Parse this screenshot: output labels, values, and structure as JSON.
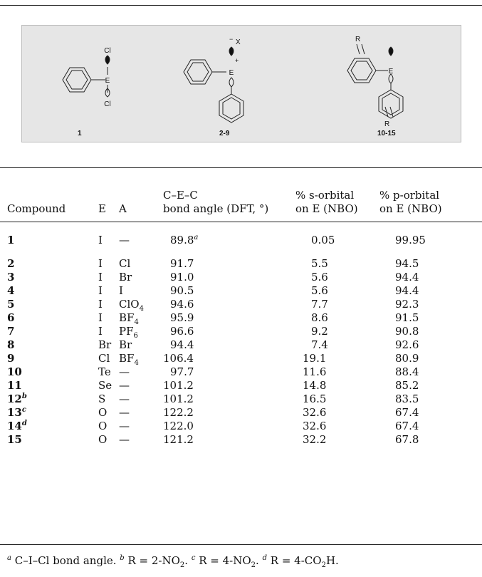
{
  "scheme": {
    "labels": {
      "cmpd1": "1",
      "cmpd2": "2-9",
      "cmpd3": "10-15"
    },
    "atom_labels": {
      "cl_top": "Cl",
      "cl_bottom": "Cl",
      "e1": "E",
      "e2": "E",
      "e2_charge": "+",
      "x": "X",
      "x_charge": "−",
      "e3": "E",
      "r_top": "R",
      "r_bottom": "R"
    }
  },
  "table": {
    "headers": {
      "compound": "Compound",
      "e": "E",
      "a": "A",
      "angle_line1": "C–E–C",
      "angle_line2": "bond angle (DFT, °)",
      "s_line1": "% s-orbital",
      "s_line2": "on E (NBO)",
      "p_line1": "% p-orbital",
      "p_line2": "on E (NBO)"
    },
    "rows": [
      {
        "compound": "1",
        "sup": "",
        "e": "I",
        "a": "—",
        "a_sub": "",
        "angle": "89.8",
        "angle_sup": "a",
        "s": "0.05",
        "p": "99.95"
      },
      {
        "compound": "2",
        "sup": "",
        "e": "I",
        "a": "Cl",
        "a_sub": "",
        "angle": "91.7",
        "angle_sup": "",
        "s": "5.5",
        "p": "94.5"
      },
      {
        "compound": "3",
        "sup": "",
        "e": "I",
        "a": "Br",
        "a_sub": "",
        "angle": "91.0",
        "angle_sup": "",
        "s": "5.6",
        "p": "94.4"
      },
      {
        "compound": "4",
        "sup": "",
        "e": "I",
        "a": "I",
        "a_sub": "",
        "angle": "90.5",
        "angle_sup": "",
        "s": "5.6",
        "p": "94.4"
      },
      {
        "compound": "5",
        "sup": "",
        "e": "I",
        "a": "ClO",
        "a_sub": "4",
        "angle": "94.6",
        "angle_sup": "",
        "s": "7.7",
        "p": "92.3"
      },
      {
        "compound": "6",
        "sup": "",
        "e": "I",
        "a": "BF",
        "a_sub": "4",
        "angle": "95.9",
        "angle_sup": "",
        "s": "8.6",
        "p": "91.5"
      },
      {
        "compound": "7",
        "sup": "",
        "e": "I",
        "a": "PF",
        "a_sub": "6",
        "angle": "96.6",
        "angle_sup": "",
        "s": "9.2",
        "p": "90.8"
      },
      {
        "compound": "8",
        "sup": "",
        "e": "Br",
        "a": "Br",
        "a_sub": "",
        "angle": "94.4",
        "angle_sup": "",
        "s": "7.4",
        "p": "92.6"
      },
      {
        "compound": "9",
        "sup": "",
        "e": "Cl",
        "a": "BF",
        "a_sub": "4",
        "angle": "106.4",
        "angle_sup": "",
        "s": "19.1",
        "p": "80.9"
      },
      {
        "compound": "10",
        "sup": "",
        "e": "Te",
        "a": "—",
        "a_sub": "",
        "angle": "97.7",
        "angle_sup": "",
        "s": "11.6",
        "p": "88.4"
      },
      {
        "compound": "11",
        "sup": "",
        "e": "Se",
        "a": "—",
        "a_sub": "",
        "angle": "101.2",
        "angle_sup": "",
        "s": "14.8",
        "p": "85.2"
      },
      {
        "compound": "12",
        "sup": "b",
        "e": "S",
        "a": "—",
        "a_sub": "",
        "angle": "101.2",
        "angle_sup": "",
        "s": "16.5",
        "p": "83.5"
      },
      {
        "compound": "13",
        "sup": "c",
        "e": "O",
        "a": "—",
        "a_sub": "",
        "angle": "122.2",
        "angle_sup": "",
        "s": "32.6",
        "p": "67.4"
      },
      {
        "compound": "14",
        "sup": "d",
        "e": "O",
        "a": "—",
        "a_sub": "",
        "angle": "122.0",
        "angle_sup": "",
        "s": "32.6",
        "p": "67.4"
      },
      {
        "compound": "15",
        "sup": "",
        "e": "O",
        "a": "—",
        "a_sub": "",
        "angle": "121.2",
        "angle_sup": "",
        "s": "32.2",
        "p": "67.8"
      }
    ]
  },
  "footnotes": {
    "a_mark": "a",
    "a_text": "C–I–Cl bond angle.",
    "b_mark": "b",
    "b_text": "R = 2-NO",
    "b_sub": "2",
    "c_mark": "c",
    "c_text": "R = 4-NO",
    "c_sub": "2",
    "d_mark": "d",
    "d_text1": "R = 4-CO",
    "d_sub": "2",
    "d_text2": "H."
  }
}
